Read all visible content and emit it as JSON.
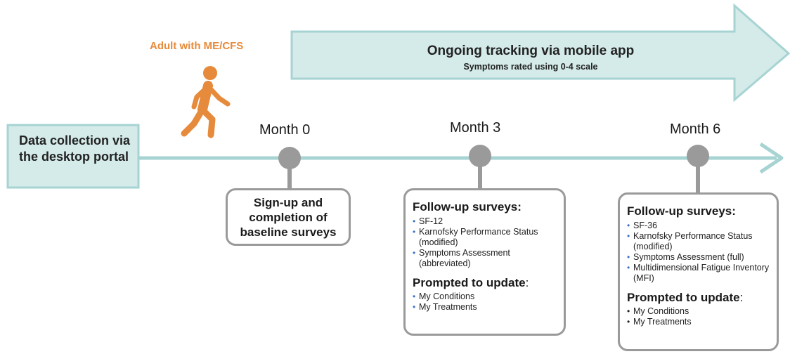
{
  "tracking": {
    "title": "Ongoing tracking via mobile app",
    "subtitle": "Symptoms rated using 0-4 scale"
  },
  "actor": {
    "label": "Adult with ME/CFS",
    "icon": "walking-person-icon"
  },
  "portal": {
    "label": "Data collection via the desktop portal"
  },
  "colors": {
    "arrow_fill": "#d4ebe9",
    "arrow_stroke": "#a7d3d3",
    "timeline": "#a7d3d3",
    "node": "#9a9a9a",
    "actor": "#e68a3b",
    "bullet_blue": "#3d6fc4"
  },
  "milestones": [
    {
      "label": "Month 0",
      "box": {
        "text": "Sign-up and completion of baseline surveys"
      }
    },
    {
      "label": "Month 3",
      "box": {
        "heading": "Follow-up surveys:",
        "items": [
          "SF-12",
          "Karnofsky Performance Status (modified)",
          "Symptoms Assessment (abbreviated)"
        ],
        "prompt_heading": "Prompted to update",
        "prompt_colon": ":",
        "prompt_items": [
          "My Conditions",
          "My Treatments"
        ]
      }
    },
    {
      "label": "Month 6",
      "box": {
        "heading": "Follow-up surveys:",
        "items": [
          "SF-36",
          "Karnofsky Performance Status (modified)",
          "Symptoms Assessment (full)",
          "Multidimensional Fatigue Inventory (MFI)"
        ],
        "prompt_heading": "Prompted to update",
        "prompt_colon": ":",
        "prompt_items": [
          "My Conditions",
          "My Treatments"
        ]
      }
    }
  ]
}
